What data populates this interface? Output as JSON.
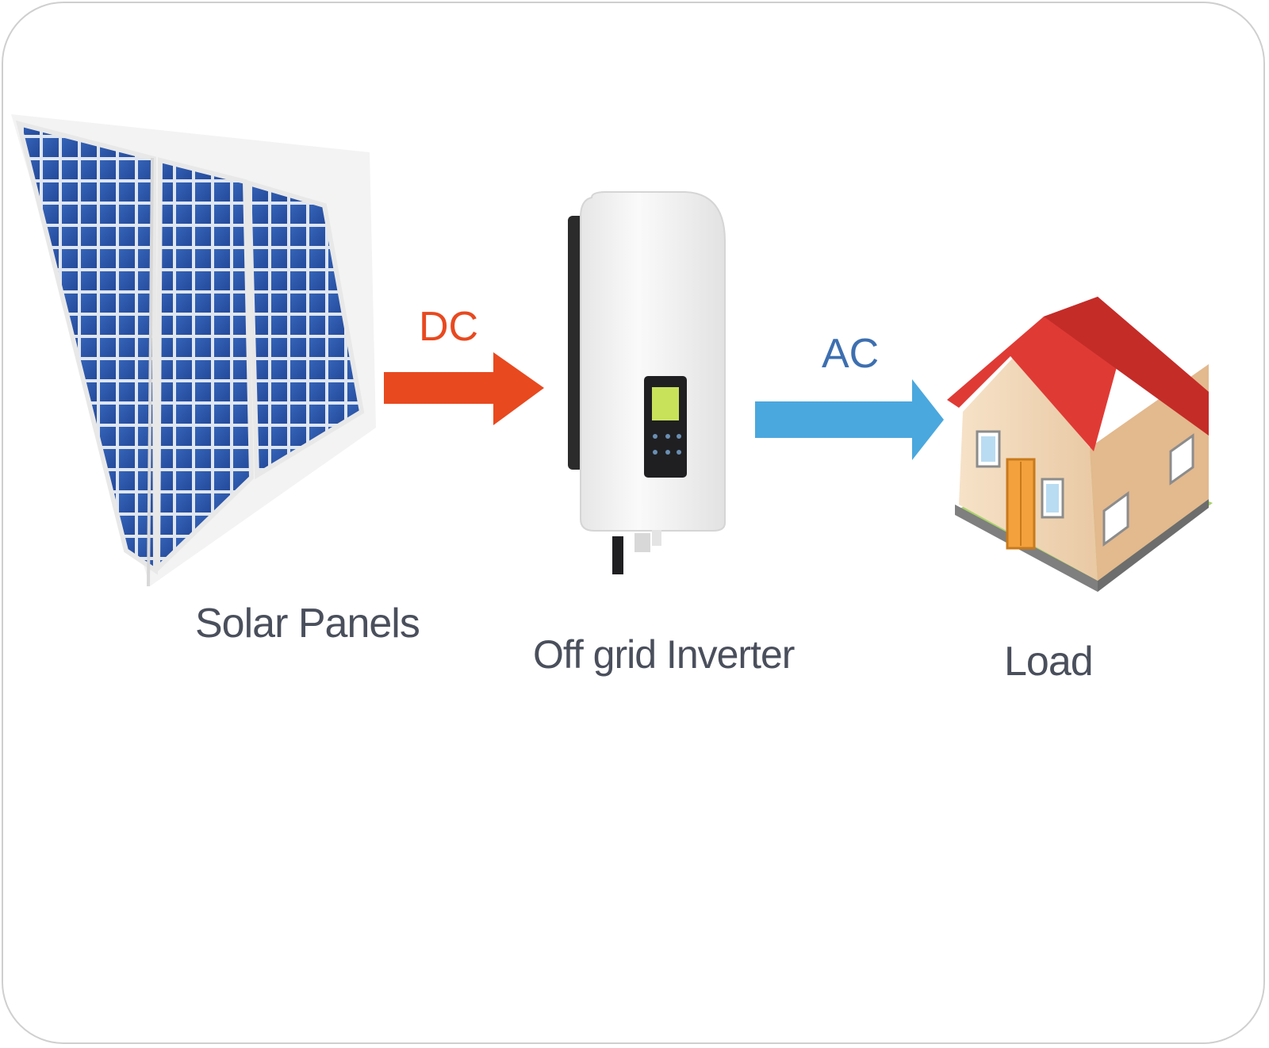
{
  "nodes": {
    "solar": "Solar Panels",
    "inverter": "Off grid Inverter",
    "load": "Load"
  },
  "flows": {
    "dc": {
      "label": "DC",
      "color": "#e8491f"
    },
    "ac": {
      "label": "AC",
      "color": "#4aa8de"
    }
  },
  "colors": {
    "panel_cell": "#2c55a8",
    "roof": "#e03a35",
    "house_wall": "#f3dcc0",
    "lawn": "#a8d26a",
    "inverter_body": "#f2f2f2",
    "screen": "#c8e25a",
    "label_text": "#4a4f5c",
    "ac_text": "#3d6fb0"
  }
}
